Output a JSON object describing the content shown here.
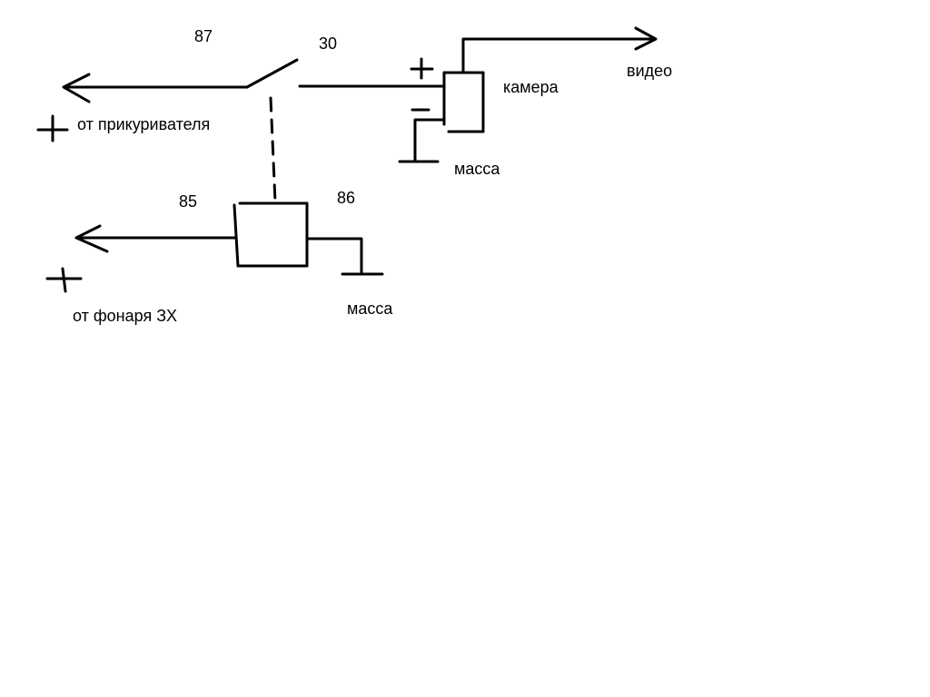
{
  "labels": {
    "pin_87": "87",
    "pin_30": "30",
    "pin_85": "85",
    "pin_86": "86",
    "camera": "камера",
    "video": "видео",
    "ground_camera": "масса",
    "ground_relay": "масса",
    "from_cigarette_lighter": "от прикуривателя",
    "from_reverse_light": "от фонаря ЗХ",
    "plus_sign_camera": "+",
    "minus_sign_camera": "−"
  },
  "colors": {
    "ink": "#000000",
    "background": "#ffffff"
  }
}
